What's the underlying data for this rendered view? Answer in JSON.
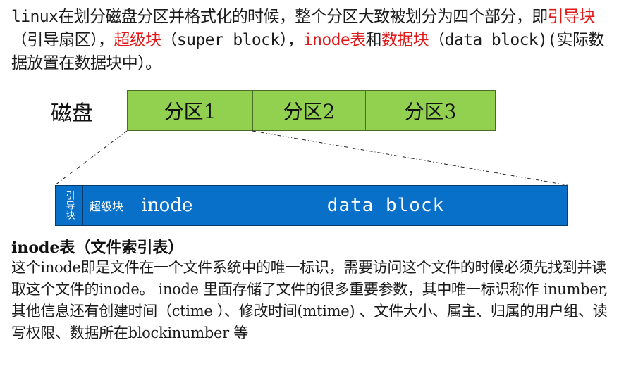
{
  "intro": {
    "seg1": "linux在划分磁盘分区并格式化的时候，整个分区大致被划分为四个部分，即",
    "seg2": "引导块",
    "seg3": "（引导扇区），",
    "seg4": "超级块",
    "seg5": "（super block），",
    "seg6": "inode表",
    "seg7": "和",
    "seg8": "数据块",
    "seg9": "（data block)(实际数据放置在数据块中）。",
    "highlight_color": "#e01818"
  },
  "diagram": {
    "disk_label": "磁盘",
    "partitions": [
      "分区1",
      "分区2",
      "分区3"
    ],
    "partition_color": "#92d050",
    "blocks": {
      "boot": "引导块",
      "super": "超级块",
      "inode": "inode",
      "data": "data block"
    },
    "block_color": "#0870c8"
  },
  "section": {
    "title": "inode表（文件索引表）",
    "body": "这个inode即是文件在一个文件系统中的唯一标识，需要访问这个文件的时候必须先找到并读取这个文件的inode。 inode 里面存储了文件的很多重要参数，其中唯一标识称作 inumber, 其他信息还有创建时间（ctime ）、修改时间(mtime) 、文件大小、属主、归属的用户组、读写权限、数据所在blockinumber 等"
  }
}
